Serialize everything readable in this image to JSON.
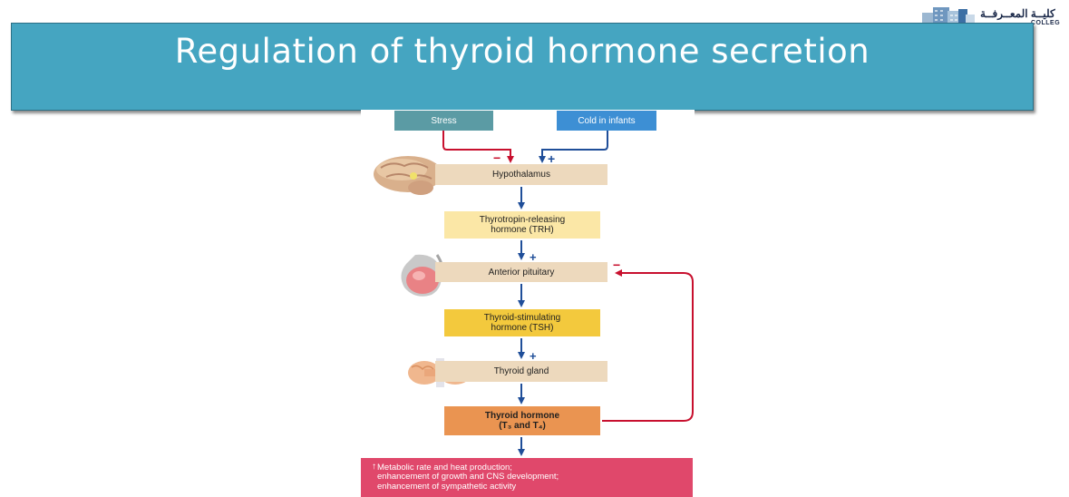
{
  "title": "Regulation of thyroid hormone secretion",
  "logo": {
    "text": "كليــة المعــرفــة",
    "sub": "COLLEG"
  },
  "diagram": {
    "stress": "Stress",
    "cold": "Cold in infants",
    "hypothalamus": "Hypothalamus",
    "trh_line1": "Thyrotropin-releasing",
    "trh_line2": "hormone (TRH)",
    "anterior_pituitary": "Anterior pituitary",
    "tsh_line1": "Thyroid-stimulating",
    "tsh_line2": "hormone (TSH)",
    "thyroid_gland": "Thyroid gland",
    "th_line1": "Thyroid hormone",
    "th_line2": "(T₃ and T₄)",
    "effects_line1": "Metabolic rate and heat production;",
    "effects_line2": "enhancement of growth and CNS development;",
    "effects_line3": "enhancement of sympathetic activity",
    "up_symbol": "↑",
    "plus": "+",
    "minus": "−"
  },
  "colors": {
    "title_bar": "#45a5c1",
    "inhibit_arrow": "#c8102e",
    "stimulate_arrow": "#1f4e99",
    "effects_box": "#e0486b",
    "thyroid_hormone_box": "#ea9451",
    "tsh_box": "#f3c93d"
  }
}
